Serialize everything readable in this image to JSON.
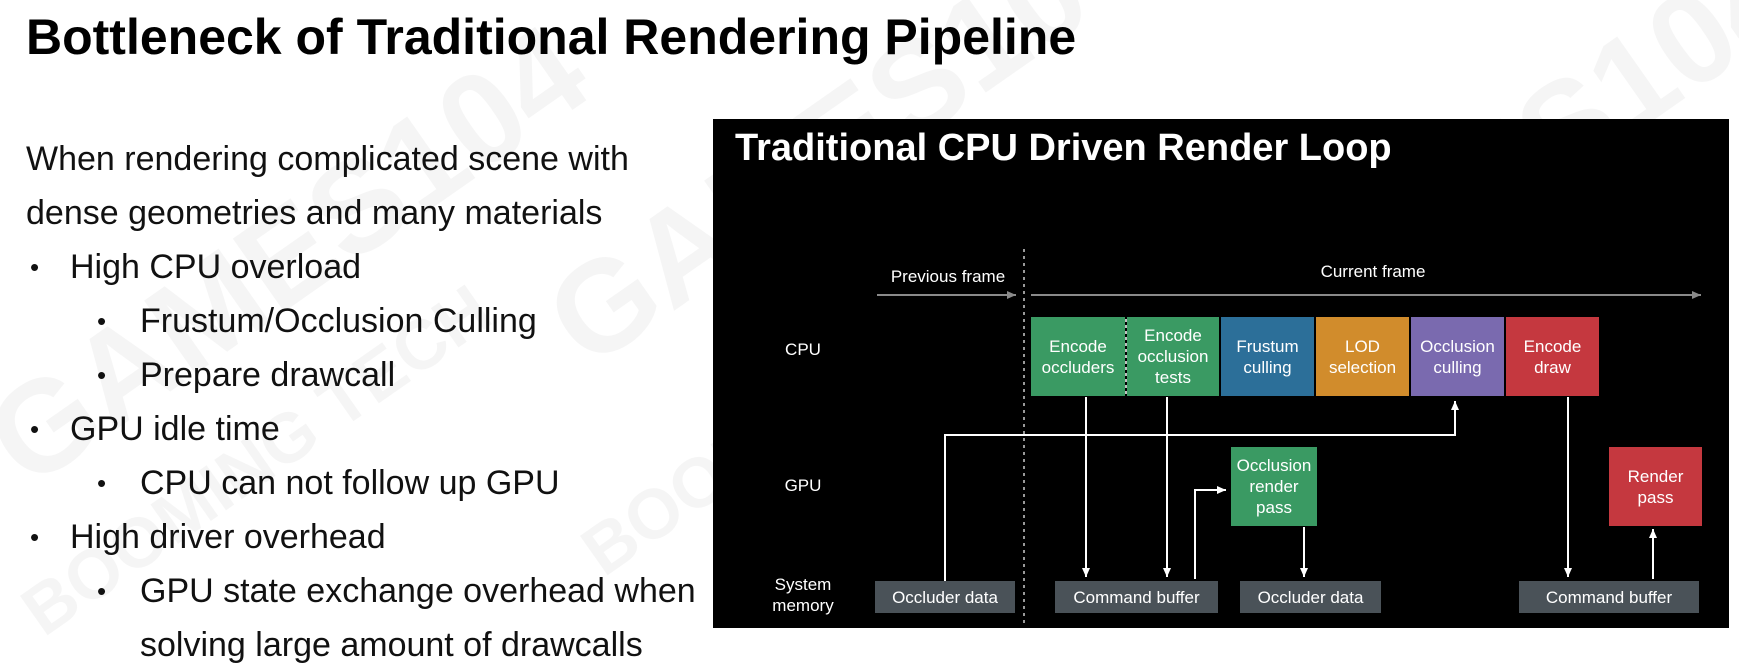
{
  "slide": {
    "title": "Bottleneck of Traditional Rendering Pipeline",
    "intro": [
      "When rendering complicated scene with",
      "dense geometries and many materials"
    ],
    "bullets": [
      {
        "level": 1,
        "text": "High CPU overload"
      },
      {
        "level": 2,
        "text": "Frustum/Occlusion Culling"
      },
      {
        "level": 2,
        "text": "Prepare drawcall"
      },
      {
        "level": 1,
        "text": "GPU idle time"
      },
      {
        "level": 2,
        "text": "CPU can not follow up GPU"
      },
      {
        "level": 1,
        "text": "High driver overhead"
      },
      {
        "level": 2,
        "text": "GPU state exchange overhead when"
      },
      {
        "level": 3,
        "text": "solving large amount of drawcalls"
      }
    ],
    "bullet_glyph": "•",
    "watermark": [
      "GAMES104",
      "BOOMING TECH"
    ]
  },
  "diagram": {
    "title": "Traditional CPU Driven Render Loop",
    "timeline": {
      "previous": "Previous frame",
      "current": "Current frame"
    },
    "rows": {
      "cpu": "CPU",
      "gpu": "GPU",
      "memory": [
        "System",
        "memory"
      ]
    },
    "cpu_steps": [
      {
        "label": [
          "Encode",
          "occluders"
        ],
        "color": "#3a9a63"
      },
      {
        "label": [
          "Encode",
          "occlusion",
          "tests"
        ],
        "color": "#3a9a63"
      },
      {
        "label": [
          "Frustum",
          "culling"
        ],
        "color": "#2c6f99"
      },
      {
        "label": [
          "LOD",
          "selection"
        ],
        "color": "#d18c2c"
      },
      {
        "label": [
          "Occlusion",
          "culling"
        ],
        "color": "#7a6aaf"
      },
      {
        "label": [
          "Encode",
          "draw"
        ],
        "color": "#c5383f"
      }
    ],
    "gpu_steps": [
      {
        "label": [
          "Occlusion",
          "render",
          "pass"
        ],
        "color": "#3a9a63"
      },
      {
        "label": [
          "Render",
          "pass"
        ],
        "color": "#c5383f"
      }
    ],
    "memory_blocks": [
      "Occluder data",
      "Command buffer",
      "Occluder data",
      "Command buffer"
    ],
    "colors": {
      "background": "#000000",
      "memory": "#4a5258",
      "wire": "#ffffff",
      "timeline": "#8a8a8a"
    }
  }
}
